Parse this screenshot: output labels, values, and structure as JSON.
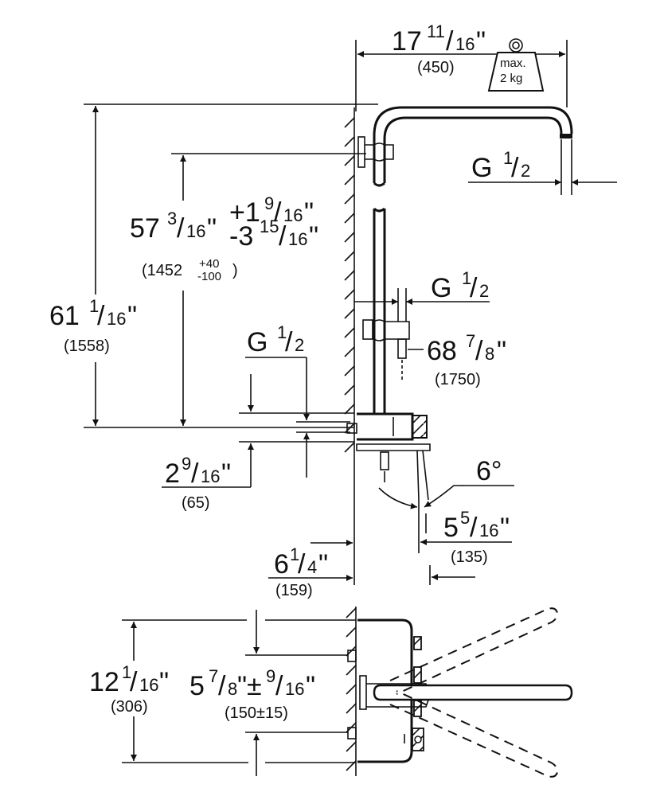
{
  "drawing": {
    "title": "Shower system dimensional drawing",
    "dimensions": {
      "shower_arm_reach": {
        "whole": "17",
        "num": "11",
        "den": "16",
        "unit": "\"",
        "mm": "(450)"
      },
      "max_load": {
        "line1": "max.",
        "line2": "2 kg"
      },
      "head_thread": {
        "prefix": "G",
        "num": "1",
        "den": "2"
      },
      "rail_height": {
        "whole": "57",
        "num": "3",
        "den": "16",
        "unit": "\"",
        "tol_plus": "+1",
        "tol_plus_num": "9",
        "tol_plus_den": "16",
        "tol_minus": "-3",
        "tol_minus_num": "15",
        "tol_minus_den": "16",
        "mm_base": "(1452",
        "mm_plus": "+40",
        "mm_minus": "-100",
        "mm_close": ")"
      },
      "total_height": {
        "whole": "61",
        "num": "1",
        "den": "16",
        "unit": "\"",
        "mm": "(1558)"
      },
      "handshower_thread": {
        "prefix": "G",
        "num": "1",
        "den": "2"
      },
      "handshower_height": {
        "whole": "68",
        "num": "7",
        "den": "8",
        "unit": "\"",
        "mm": "(1750)"
      },
      "inlet_thread": {
        "prefix": "G",
        "num": "1",
        "den": "2"
      },
      "inlet_offset": {
        "whole": "2",
        "num": "9",
        "den": "16",
        "unit": "\"",
        "mm": "(65)"
      },
      "spout_angle": {
        "value": "6°"
      },
      "spout_reach": {
        "whole": "5",
        "num": "5",
        "den": "16",
        "unit": "\"",
        "mm": "(135)"
      },
      "wall_projection": {
        "whole": "6",
        "num": "1",
        "den": "4",
        "unit": "\"",
        "mm": "(159)"
      },
      "body_height": {
        "whole": "12",
        "num": "1",
        "den": "16",
        "unit": "\"",
        "mm": "(306)"
      },
      "inlet_spacing": {
        "whole": "5",
        "num": "7",
        "den": "8",
        "unit": "\"",
        "tol": "±",
        "tol_num": "9",
        "tol_den": "16",
        "mm": "(150±15)"
      }
    }
  }
}
